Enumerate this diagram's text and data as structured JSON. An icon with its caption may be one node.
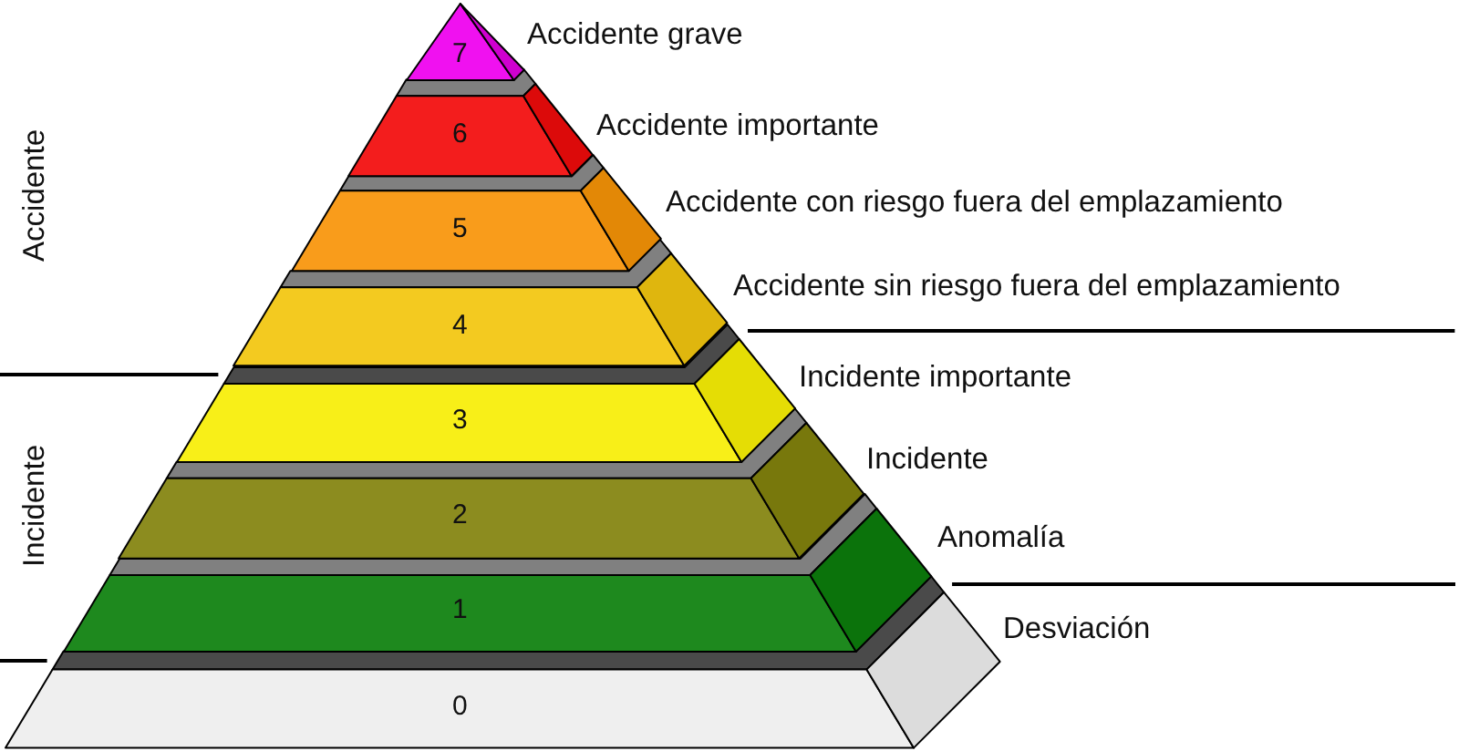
{
  "diagram": {
    "nodes": [
      {
        "text": [
          "7"
        ],
        "beside": [
          "Accidente grave"
        ]
      },
      {
        "text": [
          "6"
        ],
        "beside": [
          "Accidente importante"
        ]
      },
      {
        "text": [
          "5"
        ],
        "beside": [
          "Accidente con riesgo fuera del emplazamiento"
        ]
      },
      {
        "text": [
          "4"
        ],
        "beside": [
          "Accidente sin riesgo fuera del emplazamiento"
        ]
      },
      {
        "text": [
          "3"
        ],
        "beside": [
          "Incidente importante"
        ]
      },
      {
        "text": [
          "2"
        ],
        "beside": [
          "Incidente"
        ]
      },
      {
        "text": [
          "1"
        ],
        "beside": [
          "Anomalía"
        ]
      },
      {
        "text": [
          "0"
        ],
        "beside": [
          "Desviación"
        ]
      }
    ],
    "labels": [
      "Accidente",
      "Incidente"
    ]
  }
}
